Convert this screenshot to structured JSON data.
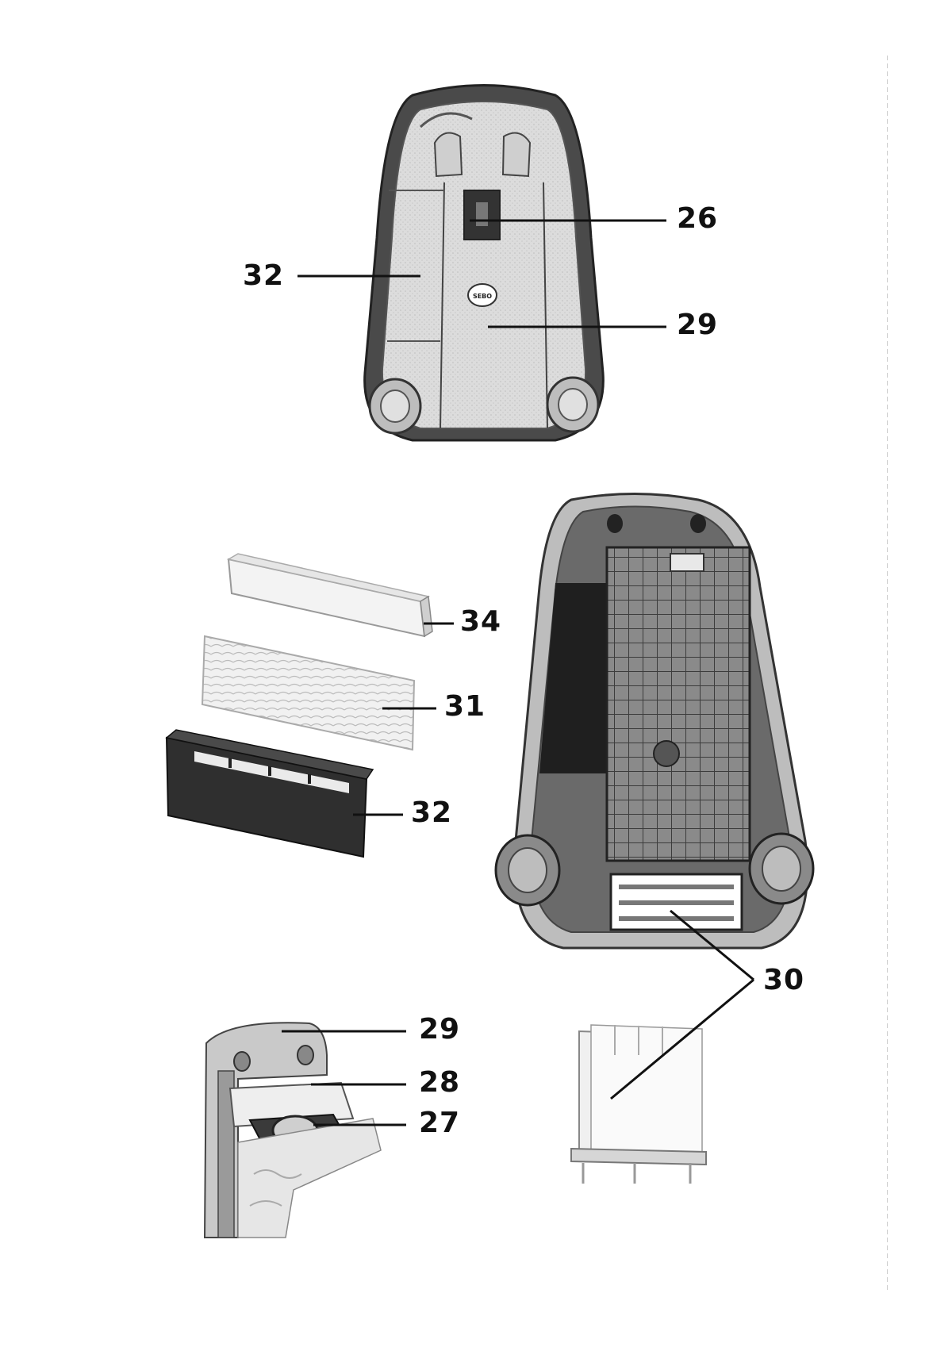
{
  "brand_logo": "SEBO",
  "callouts": {
    "c26": "26",
    "c29_top": "29",
    "c32_top": "32",
    "c34": "34",
    "c31": "31",
    "c32_mid": "32",
    "c30": "30",
    "c29_bottom": "29",
    "c28": "28",
    "c27": "27"
  },
  "colors": {
    "ink": "#111111",
    "body_light": "#d6d6d6",
    "body_dark": "#4a4a4a",
    "filter_white": "#efefef",
    "frame_black": "#2a2a2a"
  }
}
